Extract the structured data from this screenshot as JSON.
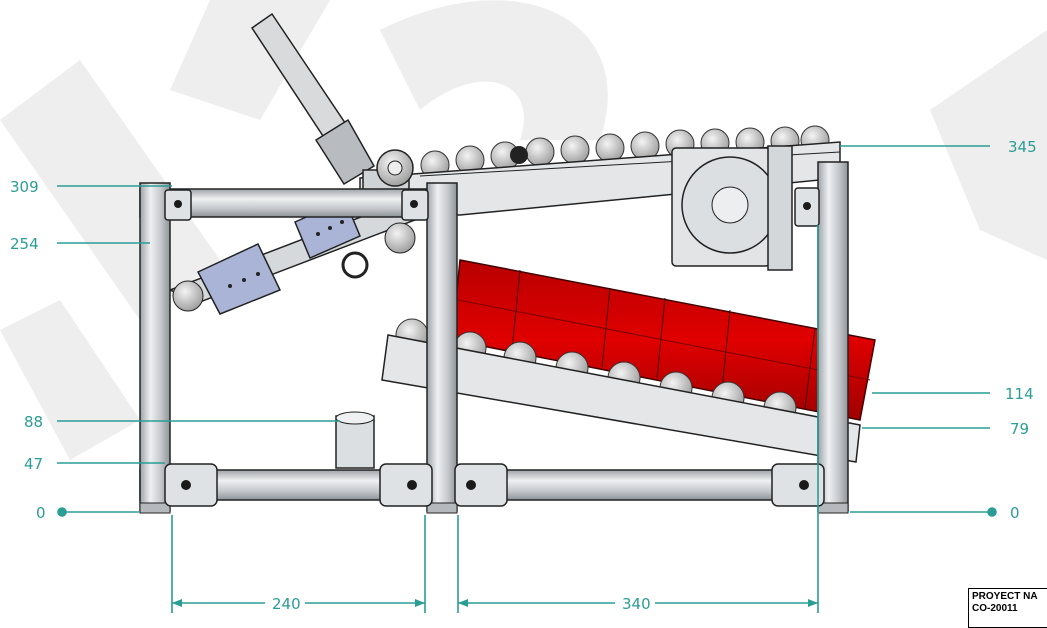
{
  "watermark": {
    "text": "ite",
    "color": "#eeeeee"
  },
  "dimensions": {
    "vertical_left": [
      "309",
      "254",
      "88",
      "47",
      "0"
    ],
    "vertical_right": [
      "345",
      "114",
      "79",
      "0"
    ],
    "horizontal": [
      "240",
      "340"
    ]
  },
  "title_block": {
    "line1": "PROYECT NA",
    "line2": "CO-20011"
  },
  "colors": {
    "dimension": "#2a9d95",
    "frame": "#c8ccd0",
    "crate": "#d40000",
    "roller": "#bfbfbf",
    "plate": "#a9b4d6"
  }
}
